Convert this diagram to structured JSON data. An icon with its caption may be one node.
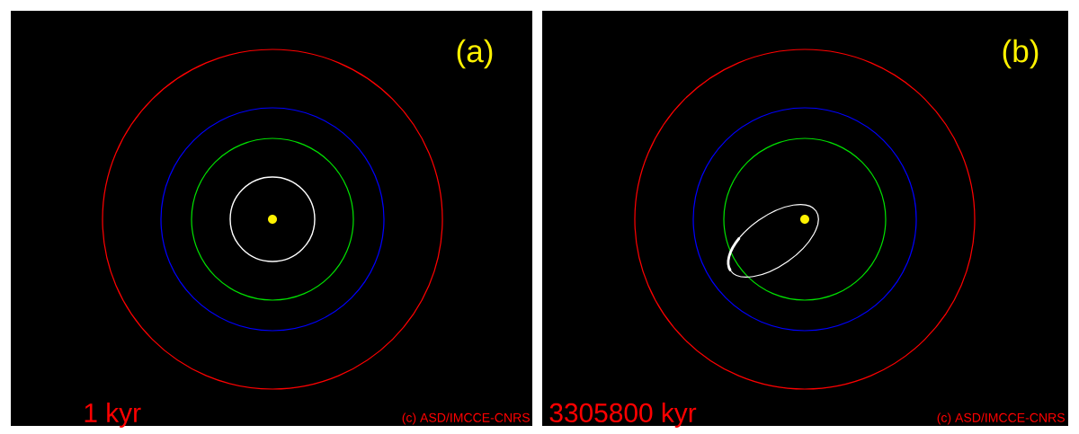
{
  "diagram": {
    "labels": [
      "(a)",
      "1 kyr",
      "(c) ASD/IMCCE-CNRS",
      "(b)",
      "3305800 kyr",
      "(c) ASD/IMCCE-CNRS"
    ]
  }
}
